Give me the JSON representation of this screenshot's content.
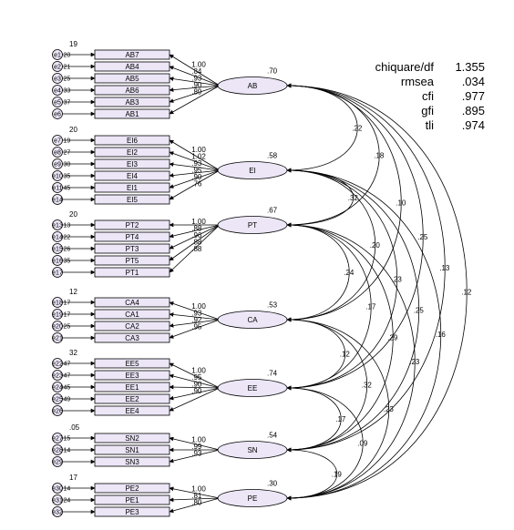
{
  "fit_stats": [
    {
      "name": "chiquare/df",
      "value": "1.355"
    },
    {
      "name": "rmsea",
      "value": ".034"
    },
    {
      "name": "cfi",
      "value": ".977"
    },
    {
      "name": "gfi",
      "value": ".895"
    },
    {
      "name": "tli",
      "value": ".974"
    }
  ],
  "factors": [
    {
      "name": "AB",
      "r2": ".70",
      "var": "19",
      "items": [
        "AB7",
        "AB4",
        "AB5",
        "AB6",
        "AB3",
        "AB1"
      ],
      "errors": [
        "e1",
        "e2",
        "e3",
        "e4",
        "e5",
        "e6"
      ],
      "err_loads": [
        "20",
        "21",
        "25",
        "33",
        "37",
        ""
      ],
      "loadings": [
        "1.00",
        ".84",
        ".93",
        ".90",
        ".89",
        ""
      ]
    },
    {
      "name": "EI",
      "r2": ".58",
      "var": "20",
      "items": [
        "EI6",
        "EI2",
        "EI3",
        "EI4",
        "EI1",
        "EI5"
      ],
      "errors": [
        "e7",
        "e8",
        "e9",
        "e10",
        "e11",
        "e14"
      ],
      "err_loads": [
        "19",
        "27",
        "30",
        "35",
        "45",
        ""
      ],
      "loadings": [
        "1.00",
        "1.02",
        ".93",
        ".95",
        ".90",
        ".76"
      ]
    },
    {
      "name": "PT",
      "r2": ".67",
      "var": "20",
      "items": [
        "PT2",
        "PT4",
        "PT3",
        "PT5",
        "PT1"
      ],
      "errors": [
        "e13",
        "e14",
        "e15",
        "e16",
        "e17"
      ],
      "err_loads": [
        "13",
        "22",
        "26",
        "35",
        ""
      ],
      "loadings": [
        "1.00",
        ".88",
        ".96",
        ".88",
        ".88"
      ]
    },
    {
      "name": "CA",
      "r2": ".53",
      "var": "12",
      "items": [
        "CA4",
        "CA1",
        "CA2",
        "CA3"
      ],
      "errors": [
        "e18",
        "e19",
        "e20",
        "e21"
      ],
      "err_loads": [
        "17",
        "17",
        "25",
        ""
      ],
      "loadings": [
        "1.00",
        ".93",
        ".92",
        ".95"
      ]
    },
    {
      "name": "EE",
      "r2": ".74",
      "var": "32",
      "items": [
        "EE5",
        "EE3",
        "EE1",
        "EE2",
        "EE4"
      ],
      "errors": [
        "e22",
        "e23",
        "e24",
        "e25",
        "e26"
      ],
      "err_loads": [
        "47",
        "47",
        "45",
        "49",
        ""
      ],
      "loadings": [
        "1.00",
        ".95",
        ".90",
        ".90",
        ""
      ]
    },
    {
      "name": "SN",
      "r2": ".54",
      "var": ".05",
      "items": [
        "SN2",
        "SN1",
        "SN3"
      ],
      "errors": [
        "e27",
        "e28",
        "e29"
      ],
      "err_loads": [
        "15",
        "14",
        ""
      ],
      "loadings": [
        "1.00",
        ".99",
        ".93"
      ]
    },
    {
      "name": "PE",
      "r2": ".30",
      "var": "17",
      "items": [
        "PE2",
        "PE1",
        "PE3"
      ],
      "errors": [
        "e30",
        "e31",
        "e32"
      ],
      "err_loads": [
        "14",
        "24",
        ""
      ],
      "loadings": [
        "1.00",
        ".81",
        ".80"
      ]
    }
  ],
  "covariances": [
    {
      "from": 0,
      "to": 1,
      "label": ".22"
    },
    {
      "from": 0,
      "to": 2,
      "label": ".18"
    },
    {
      "from": 0,
      "to": 3,
      "label": ".10"
    },
    {
      "from": 0,
      "to": 4,
      "label": ".25"
    },
    {
      "from": 0,
      "to": 5,
      "label": ".13"
    },
    {
      "from": 0,
      "to": 6,
      "label": ".12"
    },
    {
      "from": 1,
      "to": 2,
      "label": ".32"
    },
    {
      "from": 1,
      "to": 3,
      "label": ".20"
    },
    {
      "from": 1,
      "to": 4,
      "label": ".23"
    },
    {
      "from": 1,
      "to": 5,
      "label": ".25"
    },
    {
      "from": 1,
      "to": 6,
      "label": ".16"
    },
    {
      "from": 2,
      "to": 3,
      "label": ".24"
    },
    {
      "from": 2,
      "to": 4,
      "label": ".17"
    },
    {
      "from": 2,
      "to": 5,
      "label": ".29"
    },
    {
      "from": 2,
      "to": 6,
      "label": ".23"
    },
    {
      "from": 3,
      "to": 4,
      "label": ".12"
    },
    {
      "from": 3,
      "to": 5,
      "label": ".32"
    },
    {
      "from": 3,
      "to": 6,
      "label": ".23"
    },
    {
      "from": 4,
      "to": 5,
      "label": ".17"
    },
    {
      "from": 4,
      "to": 6,
      "label": ".09"
    },
    {
      "from": 5,
      "to": 6,
      "label": ".19"
    }
  ]
}
